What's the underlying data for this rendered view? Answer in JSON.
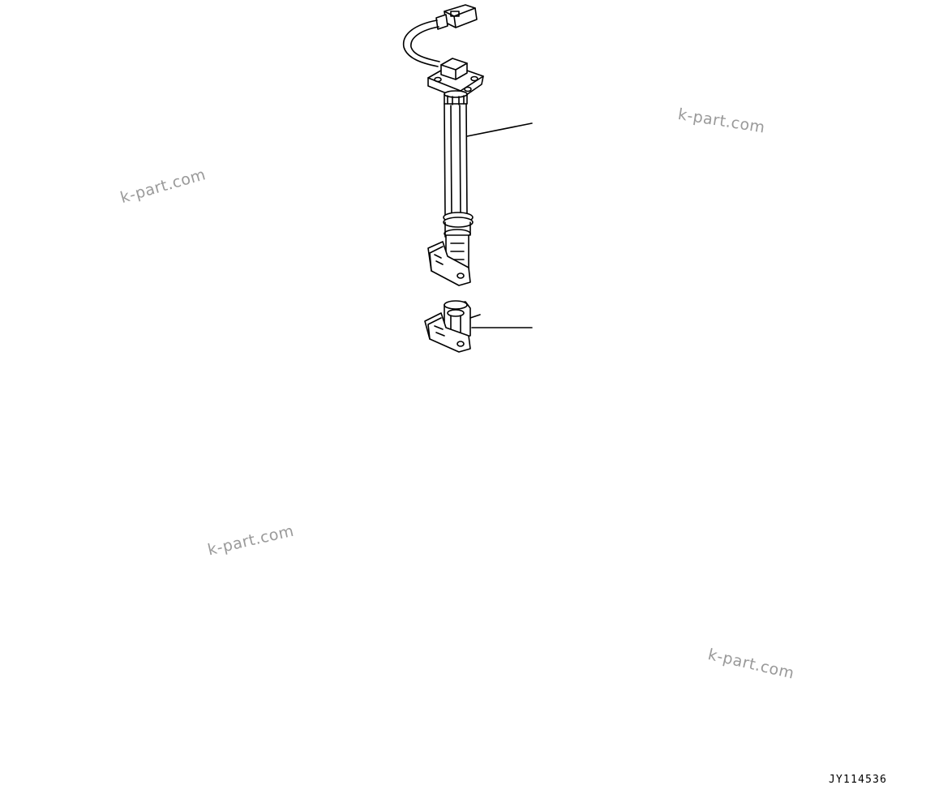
{
  "drawing": {
    "id": "JY114536"
  },
  "watermarks": [
    {
      "text": "k-part.com"
    },
    {
      "text": "k-part.com"
    },
    {
      "text": "k-part.com"
    },
    {
      "text": "k-part.com"
    }
  ],
  "colors": {
    "line": "#000000",
    "background": "#ffffff",
    "watermark": "#9a9a9a"
  }
}
